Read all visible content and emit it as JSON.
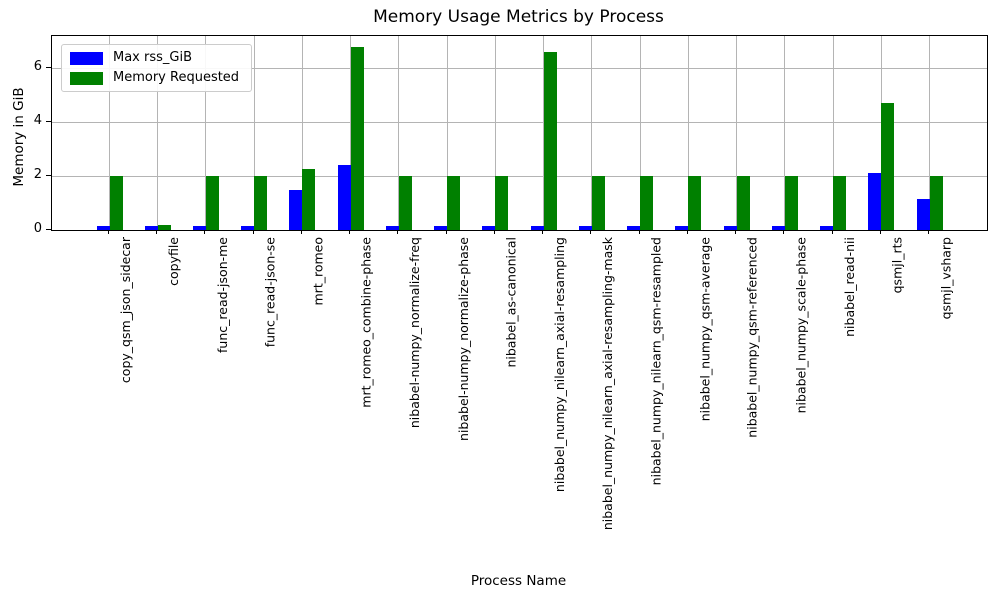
{
  "chart_data": {
    "type": "bar",
    "title": "Memory Usage Metrics by Process",
    "xlabel": "Process Name",
    "ylabel": "Memory in GiB",
    "ylim": [
      0,
      7.2
    ],
    "yticks": [
      0,
      2,
      4,
      6
    ],
    "grid": true,
    "legend_position": "upper left",
    "xtick_rotation": 90,
    "grid_color": "#b4b4b4",
    "categories": [
      "copy_qsm_json_sidecar",
      "copyfile",
      "func_read-json-me",
      "func_read-json-se",
      "mrt_romeo",
      "mrt_romeo_combine-phase",
      "nibabel-numpy_normalize-freq",
      "nibabel-numpy_normalize-phase",
      "nibabel_as-canonical",
      "nibabel_numpy_nilearn_axial-resampling",
      "nibabel_numpy_nilearn_axial-resampling-mask",
      "nibabel_numpy_nilearn_qsm-resampled",
      "nibabel_numpy_qsm-average",
      "nibabel_numpy_qsm-referenced",
      "nibabel_numpy_scale-phase",
      "nibabel_read-nii",
      "qsmjl_rts",
      "qsmjl_vsharp"
    ],
    "series": [
      {
        "name": "Max rss_GiB",
        "color": "#0000ff",
        "values": [
          0.13,
          0.13,
          0.13,
          0.13,
          1.5,
          2.4,
          0.13,
          0.13,
          0.13,
          0.13,
          0.13,
          0.13,
          0.13,
          0.13,
          0.13,
          0.13,
          2.1,
          1.15
        ]
      },
      {
        "name": "Memory Requested",
        "color": "#008000",
        "values": [
          2.0,
          0.2,
          2.0,
          2.0,
          2.25,
          6.8,
          2.0,
          2.0,
          2.0,
          6.6,
          2.0,
          2.0,
          2.0,
          2.0,
          2.0,
          2.0,
          4.7,
          2.0
        ]
      }
    ]
  }
}
